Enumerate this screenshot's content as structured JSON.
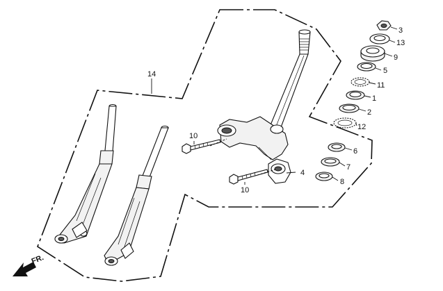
{
  "diagram": {
    "assembly_label": "14",
    "front_label": "FR.",
    "callouts": [
      {
        "id": "callout-3",
        "text": "3"
      },
      {
        "id": "callout-13",
        "text": "13"
      },
      {
        "id": "callout-9",
        "text": "9"
      },
      {
        "id": "callout-5",
        "text": "5"
      },
      {
        "id": "callout-11",
        "text": "11"
      },
      {
        "id": "callout-1",
        "text": "1"
      },
      {
        "id": "callout-2",
        "text": "2"
      },
      {
        "id": "callout-12",
        "text": "12"
      },
      {
        "id": "callout-6",
        "text": "6"
      },
      {
        "id": "callout-7",
        "text": "7"
      },
      {
        "id": "callout-8",
        "text": "8"
      },
      {
        "id": "callout-4",
        "text": "4"
      },
      {
        "id": "callout-10-upper",
        "text": "10"
      },
      {
        "id": "callout-10-lower",
        "text": "10"
      }
    ]
  }
}
